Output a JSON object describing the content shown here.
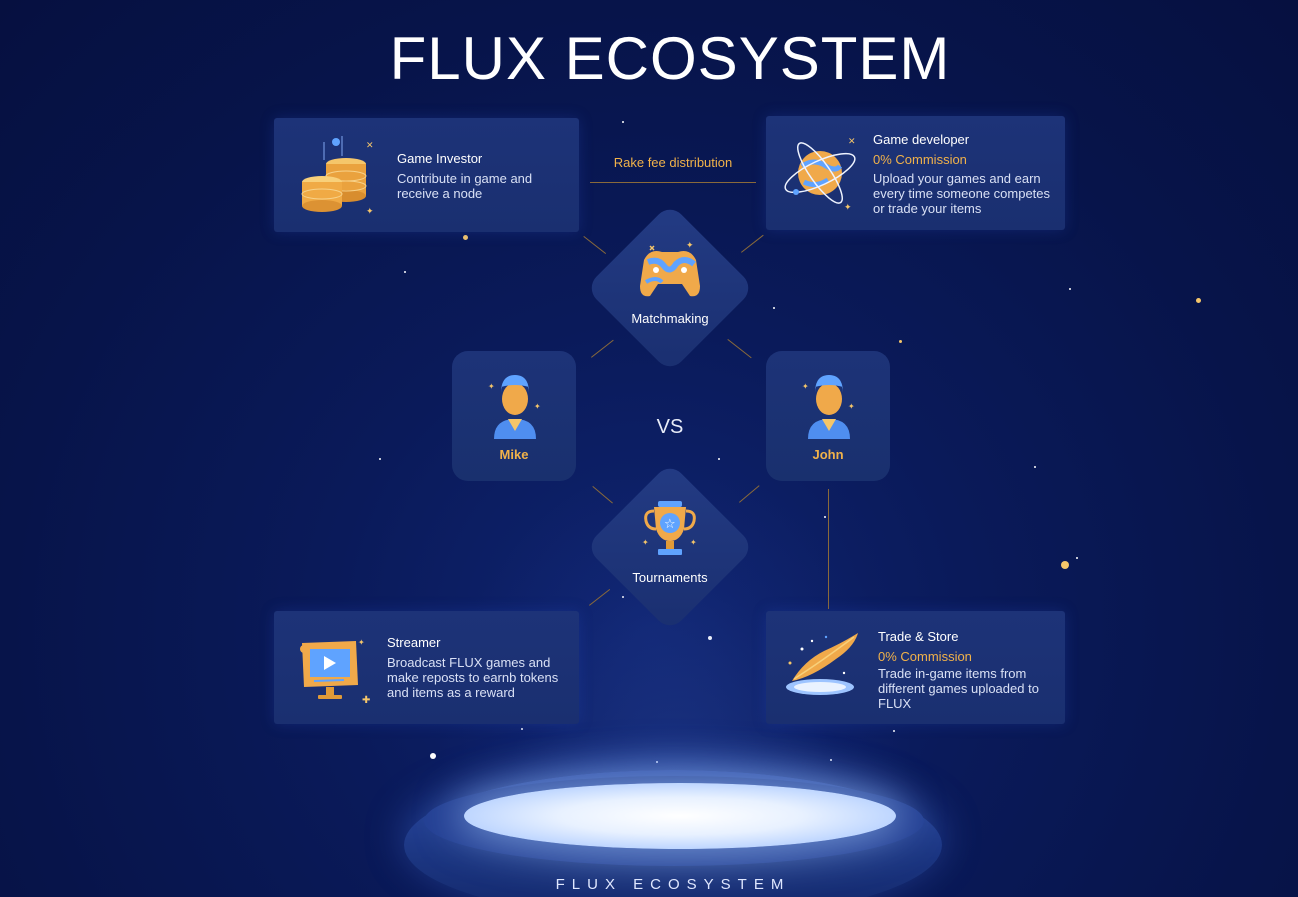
{
  "page": {
    "title": "FLUX ECOSYSTEM",
    "podium_label": "FLUX ECOSYSTEM",
    "rake_label": "Rake fee distribution",
    "vs_label": "VS"
  },
  "colors": {
    "background": "#07144a",
    "card": "#1b3074",
    "accent_gold": "#f1b24a",
    "connector": "#8a6a3a"
  },
  "cards": {
    "investor": {
      "title": "Game Investor",
      "desc1": "Contribute in game and",
      "desc2": "receive a node",
      "icon": "coin-stack-icon"
    },
    "developer": {
      "title": "Game developer",
      "subtitle": "0% Commission",
      "desc1": "Upload your games and earn",
      "desc2": "every time someone competes",
      "desc3": "or trade your items",
      "icon": "planet-orbit-icon"
    },
    "streamer": {
      "title": "Streamer",
      "desc1": "Broadcast FLUX games and",
      "desc2": "make reposts to earnb tokens",
      "desc3": "and items as a reward",
      "icon": "monitor-play-icon"
    },
    "trade": {
      "title": "Trade & Store",
      "subtitle": "0% Commission",
      "desc1": "Trade in-game items from",
      "desc2": "different games uploaded to",
      "desc3": "FLUX",
      "icon": "portal-feather-icon"
    }
  },
  "nodes": {
    "matchmaking": {
      "label": "Matchmaking",
      "icon": "gamepad-icon"
    },
    "tournaments": {
      "label": "Tournaments",
      "icon": "trophy-icon"
    }
  },
  "players": {
    "left": {
      "name": "Mike",
      "icon": "user-avatar-icon"
    },
    "right": {
      "name": "John",
      "icon": "user-avatar-icon"
    }
  }
}
